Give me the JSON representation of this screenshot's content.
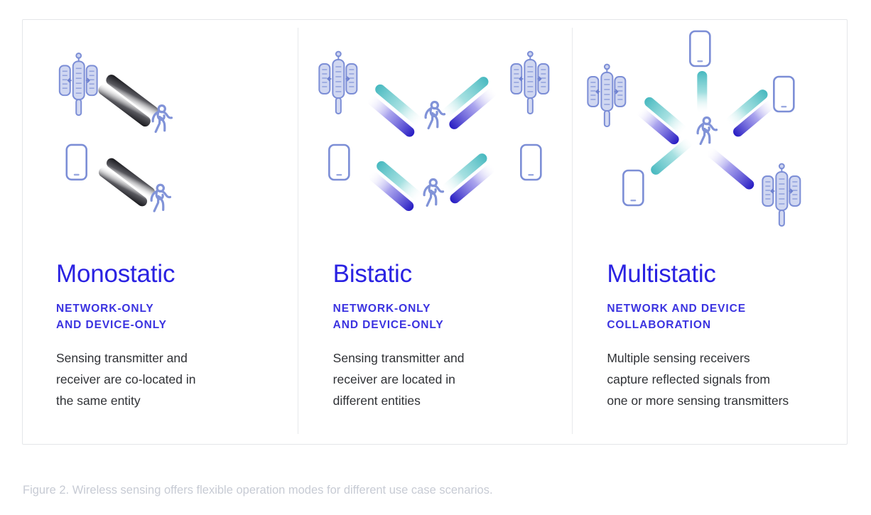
{
  "figure": {
    "caption": "Figure 2. Wireless sensing offers flexible operation modes for different use case scenarios."
  },
  "colors": {
    "title_blue": "#2a22e2",
    "subtitle_blue": "#3b33e0",
    "body_text": "#2f3135",
    "caption_gray": "#c7cbd4",
    "card_border": "#e4e6e9",
    "divider": "#e7e9ec",
    "icon_periwinkle": "#8f9fdd",
    "beam_teal": "#52bfc4",
    "beam_blue": "#2a1fc4",
    "beam_dark": "#1b1b1f"
  },
  "columns": [
    {
      "id": "monostatic",
      "title": "Monostatic",
      "subtitle_lines": [
        "NETWORK-ONLY",
        "AND DEVICE-ONLY"
      ],
      "description_lines": [
        "Sensing transmitter and",
        "receiver are co-located in",
        "the same entity"
      ],
      "diagram": {
        "nodes": [
          "base-station",
          "person",
          "smartphone",
          "person"
        ],
        "beams": [
          "dark-bidirectional",
          "dark-bidirectional"
        ]
      }
    },
    {
      "id": "bistatic",
      "title": "Bistatic",
      "subtitle_lines": [
        "NETWORK-ONLY",
        "AND DEVICE-ONLY"
      ],
      "description_lines": [
        "Sensing transmitter and",
        "receiver are located in",
        "different entities"
      ],
      "diagram": {
        "nodes": [
          "base-station",
          "base-station",
          "person",
          "smartphone",
          "smartphone",
          "person"
        ],
        "beams": [
          "teal",
          "blue",
          "teal",
          "blue"
        ]
      }
    },
    {
      "id": "multistatic",
      "title": "Multistatic",
      "subtitle_lines": [
        "NETWORK AND DEVICE",
        "COLLABORATION"
      ],
      "description_lines": [
        "Multiple sensing receivers",
        "capture reflected signals from",
        "one or more sensing transmitters"
      ],
      "diagram": {
        "nodes": [
          "base-station",
          "smartphone",
          "smartphone",
          "smartphone",
          "base-station",
          "person"
        ],
        "beams": [
          "teal",
          "blue",
          "teal",
          "blue",
          "teal",
          "blue"
        ]
      }
    }
  ]
}
